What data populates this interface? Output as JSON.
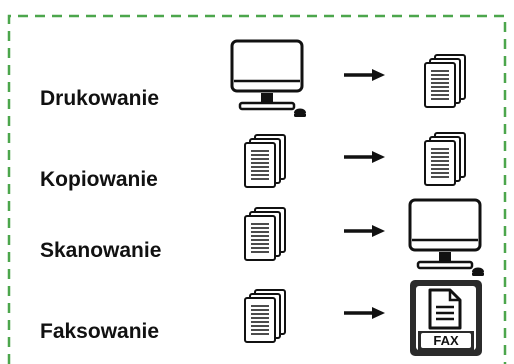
{
  "frame": {
    "border_color": "#4ca64c",
    "border_style": "dashed"
  },
  "rows": [
    {
      "label": "Drukowanie",
      "source_icon": "computer-monitor-icon",
      "target_icon": "document-stack-icon"
    },
    {
      "label": "Kopiowanie",
      "source_icon": "document-stack-icon",
      "target_icon": "document-stack-icon"
    },
    {
      "label": "Skanowanie",
      "source_icon": "document-stack-icon",
      "target_icon": "computer-monitor-icon"
    },
    {
      "label": "Faksowanie",
      "source_icon": "document-stack-icon",
      "target_icon": "fax-icon"
    }
  ],
  "fax_icon_text": "FAX",
  "arrow_icon": "arrow-right-icon"
}
